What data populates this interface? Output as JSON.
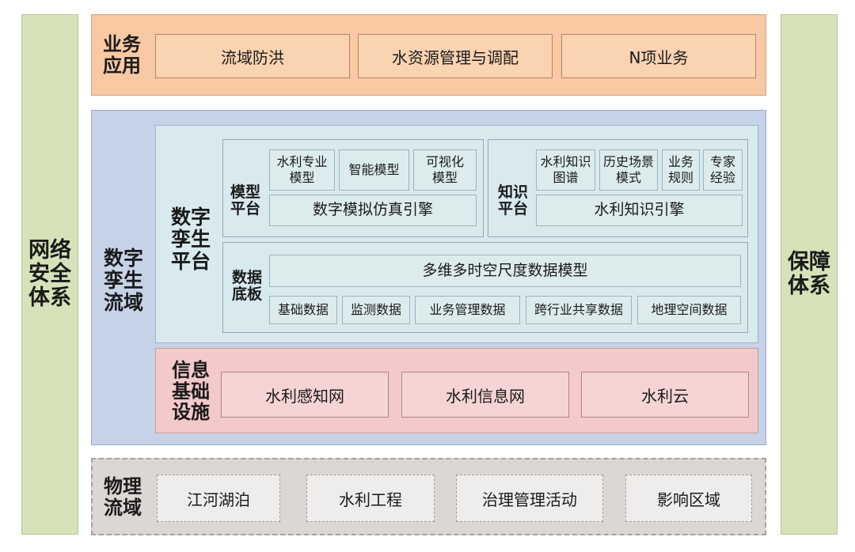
{
  "network_security": {
    "label": "网络安全体系"
  },
  "guarantee_system": {
    "label": "保障体系"
  },
  "business_app": {
    "label": "业务应用",
    "items": [
      "流域防洪",
      "水资源管理与调配",
      "N项业务"
    ]
  },
  "digital_twin_basin": {
    "label": "数字孪生流域",
    "platform": {
      "label": "数字孪生平台",
      "model_platform": {
        "label": "模型平台",
        "items": [
          "水利专业模型",
          "智能模型",
          "可视化模型"
        ],
        "engine": "数字模拟仿真引擎"
      },
      "knowledge_platform": {
        "label": "知识平台",
        "items": [
          "水利知识图谱",
          "历史场景模式",
          "业务规则",
          "专家经验"
        ],
        "engine": "水利知识引擎"
      },
      "data_base": {
        "label": "数据底板",
        "model": "多维多时空尺度数据模型",
        "items": [
          "基础数据",
          "监测数据",
          "业务管理数据",
          "跨行业共享数据",
          "地理空间数据"
        ]
      }
    },
    "info_infra": {
      "label": "信息基础设施",
      "items": [
        "水利感知网",
        "水利信息网",
        "水利云"
      ]
    }
  },
  "physical_basin": {
    "label": "物理流域",
    "items": [
      "江河湖泊",
      "水利工程",
      "治理管理活动",
      "影响区域"
    ]
  }
}
